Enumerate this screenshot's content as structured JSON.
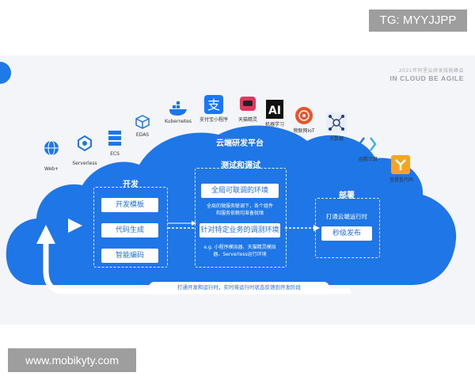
{
  "overlays": {
    "tg_badge": "TG: MYYJJPP",
    "site_badge": "www.mobikyty.com"
  },
  "slide": {
    "caption_small": "2021年阿里云研发效能峰会",
    "caption_bold": "IN CLOUD BE AGILE",
    "platform_title": "云端研发平台",
    "icons": [
      {
        "label": "Web+",
        "icon": "globe-icon"
      },
      {
        "label": "Serverless",
        "icon": "serverless-icon"
      },
      {
        "label": "ECS",
        "icon": "server-stack-icon"
      },
      {
        "label": "EDAS",
        "icon": "cube-icon"
      },
      {
        "label": "Kubernetes",
        "icon": "docker-whale-icon"
      },
      {
        "label": "支付宝小程序",
        "icon": "alipay-icon"
      },
      {
        "label": "天猫精灵",
        "icon": "tmall-genie-icon"
      },
      {
        "label": "机器学习",
        "icon": "ai-icon"
      },
      {
        "label": "物联网IoT",
        "icon": "iot-icon"
      },
      {
        "label": "大数据",
        "icon": "big-data-icon"
      },
      {
        "label": "函数计算",
        "icon": "function-compute-icon"
      },
      {
        "label": "宜搭低代码",
        "icon": "yida-icon"
      }
    ],
    "dev": {
      "title": "开发",
      "items": [
        "开发模板",
        "代码生成",
        "智能编码"
      ]
    },
    "test": {
      "title": "测试和调试",
      "box1": "全局可联调的环境",
      "note1_line1": "全局的微服务联调下，各个组件",
      "note1_line2": "和服务依赖均准备就绪",
      "box2": "针对特定业务的调测环境",
      "note2_line1": "e.g. 小程序模拟器、天猫精灵模拟",
      "note2_line2": "器、Serverless运行环境"
    },
    "deploy": {
      "title": "部署",
      "subtitle": "打通云端运行时",
      "item": "秒级发布"
    },
    "bottom_bar": "打通开发和运行时，实时将运行时状态反馈到开发阶段"
  }
}
